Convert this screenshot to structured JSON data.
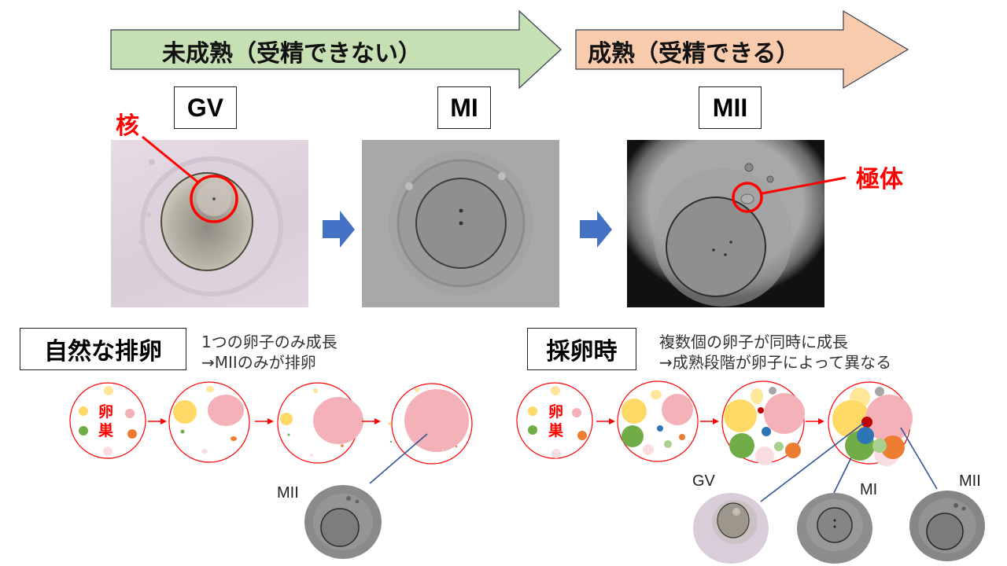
{
  "banners": {
    "immature": {
      "label": "未成熟（受精できない）",
      "color": "#c6e0b4"
    },
    "mature": {
      "label": "成熟（受精できる）",
      "color": "#f8cbad"
    }
  },
  "stages": [
    {
      "label": "GV"
    },
    {
      "label": "MI"
    },
    {
      "label": "MII"
    }
  ],
  "annotations": {
    "nucleus": "核",
    "polar_body": "極体",
    "annotation_color": "#ff0000"
  },
  "natural": {
    "title": "自然な排卵",
    "desc_line1": "1つの卵子のみ成長",
    "desc_line2": "→MIIのみが排卵",
    "ovary_label_1": "卵",
    "ovary_label_2": "巣",
    "thumb_label": "MII"
  },
  "retrieval": {
    "title": "採卵時",
    "desc_line1": "複数個の卵子が同時に成長",
    "desc_line2": "→成熟段階が卵子によって異なる",
    "ovary_label_1": "卵",
    "ovary_label_2": "巣",
    "thumb_labels": [
      "GV",
      "MI",
      "MII"
    ]
  },
  "colors": {
    "arrow_blue": "#4472c4",
    "connector": "#2f5597",
    "follicle_yellow": "#ffd966",
    "follicle_light_yellow": "#ffe699",
    "follicle_pink": "#f4b1b8",
    "follicle_light_pink": "#fadde1",
    "follicle_green": "#70ad47",
    "follicle_light_green": "#a9d18e",
    "follicle_orange": "#ed7d31",
    "follicle_blue": "#2e75b6",
    "follicle_red": "#c00000",
    "follicle_gray": "#a6a6a6"
  }
}
